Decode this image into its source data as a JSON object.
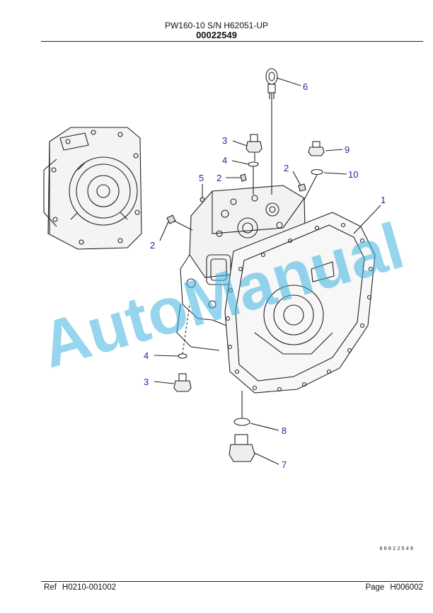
{
  "header": {
    "model": "PW160-10 S/N H62051-UP",
    "figure_code": "00022549"
  },
  "watermark": {
    "text": "AutoManual",
    "color": "#3fb2e0"
  },
  "callouts": [
    {
      "id": "c6",
      "label": "6"
    },
    {
      "id": "c3a",
      "label": "3"
    },
    {
      "id": "c9",
      "label": "9"
    },
    {
      "id": "c4a",
      "label": "4"
    },
    {
      "id": "c2a",
      "label": "2"
    },
    {
      "id": "c10",
      "label": "10"
    },
    {
      "id": "c5",
      "label": "5"
    },
    {
      "id": "c2b",
      "label": "2"
    },
    {
      "id": "c1",
      "label": "1"
    },
    {
      "id": "c2c",
      "label": "2"
    },
    {
      "id": "c4b",
      "label": "4"
    },
    {
      "id": "c3b",
      "label": "3"
    },
    {
      "id": "c8",
      "label": "8"
    },
    {
      "id": "c7",
      "label": "7"
    }
  ],
  "drawing_code": "00022549",
  "footer": {
    "ref_label": "Ref",
    "ref_value": "H0210-001002",
    "page_label": "Page",
    "page_value": "H006002"
  },
  "colors": {
    "callout_text": "#1a2aa0",
    "line": "#222222"
  }
}
